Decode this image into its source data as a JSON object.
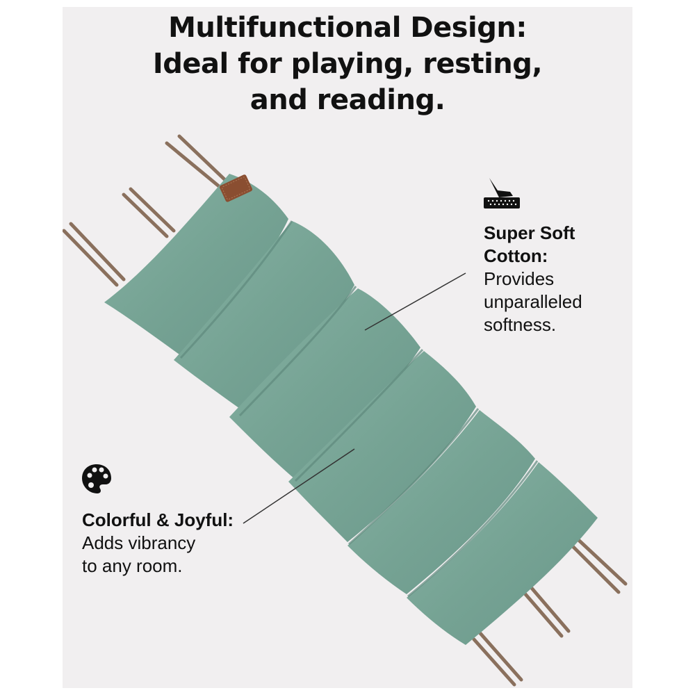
{
  "headline": {
    "line1": "Multifunctional Design:",
    "line2": "Ideal for playing, resting,",
    "line3": "and reading."
  },
  "callouts": {
    "soft": {
      "icon": "hand-pressing-cushion-icon",
      "title_line1": "Super Soft",
      "title_line2": "Cotton:",
      "desc_line1": "Provides",
      "desc_line2": "unparalleled",
      "desc_line3": "softness."
    },
    "color": {
      "icon": "palette-icon",
      "title": "Colorful & Joyful:",
      "desc_line1": "Adds vibrancy",
      "desc_line2": "to any room."
    }
  },
  "product": {
    "name": "quilted-play-mat",
    "color": "#78a597",
    "tie_color": "#8a705d",
    "label_color": "#8a4e31"
  },
  "colors": {
    "background": "#f1eff0",
    "text": "#111111"
  }
}
